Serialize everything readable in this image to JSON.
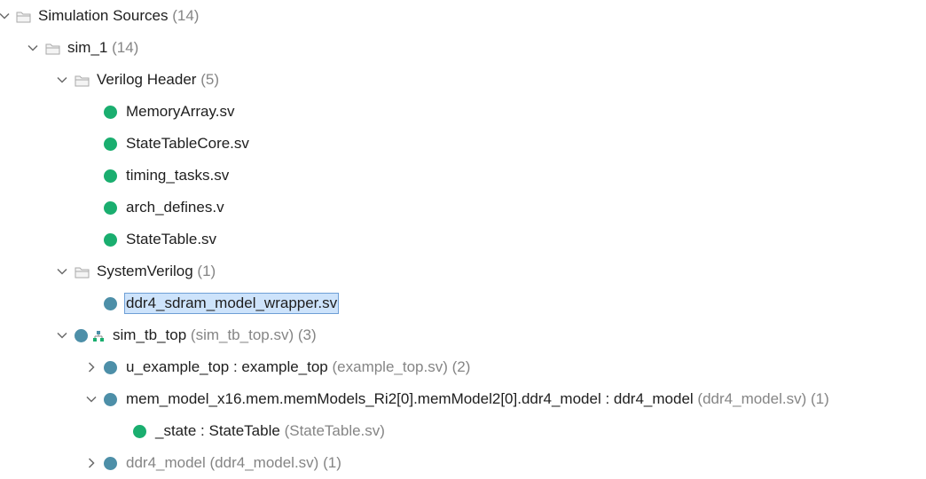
{
  "tree": {
    "root": {
      "label": "Simulation Sources",
      "count": "(14)"
    },
    "sim1": {
      "label": "sim_1",
      "count": "(14)"
    },
    "verilog_header": {
      "label": "Verilog Header",
      "count": "(5)",
      "files": [
        "MemoryArray.sv",
        "StateTableCore.sv",
        "timing_tasks.sv",
        "arch_defines.v",
        "StateTable.sv"
      ]
    },
    "systemverilog": {
      "label": "SystemVerilog",
      "count": "(1)",
      "file": "ddr4_sdram_model_wrapper.sv"
    },
    "top": {
      "label": "sim_tb_top",
      "source": "(sim_tb_top.sv)",
      "count": "(3)",
      "children": {
        "u_example": {
          "label": "u_example_top : example_top",
          "source": "(example_top.sv)",
          "count": "(2)"
        },
        "mem_model": {
          "label": "mem_model_x16.mem.memModels_Ri2[0].memModel2[0].ddr4_model : ddr4_model",
          "source": "(ddr4_model.sv)",
          "count": "(1)"
        },
        "state": {
          "label": "_state : StateTable",
          "source": "(StateTable.sv)"
        },
        "ddr4_model": {
          "label": "ddr4_model",
          "source": "(ddr4_model.sv)",
          "count": "(1)"
        }
      }
    }
  },
  "colors": {
    "green": "#1aae6f",
    "blue": "#4d8fa8",
    "selection": "#cde3fb",
    "muted": "#858585"
  },
  "icons": {
    "expanded": "chevron-down-icon",
    "collapsed": "chevron-right-icon",
    "folder": "folder-icon",
    "hierarchy": "hierarchy-icon"
  }
}
